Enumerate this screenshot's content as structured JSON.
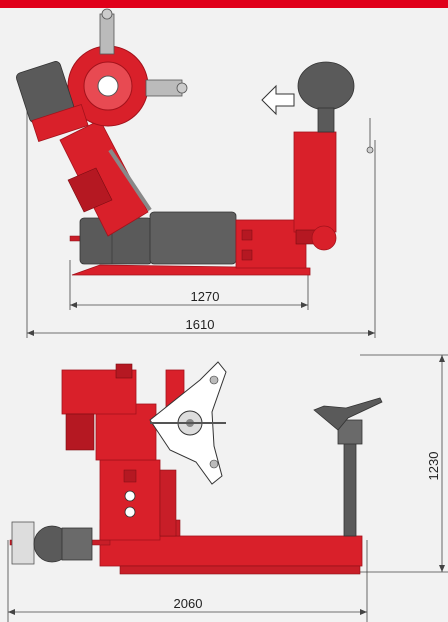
{
  "colors": {
    "accent": "#e0001a",
    "machine_red": "#d9202a",
    "dark_red": "#a3121b",
    "grey": "#555555",
    "dim_line": "#444444",
    "background": "#f2f2f2"
  },
  "dimensions": {
    "top_inner_width": "1270",
    "top_outer_width": "1610",
    "bottom_width": "2060",
    "bottom_height": "1230"
  }
}
